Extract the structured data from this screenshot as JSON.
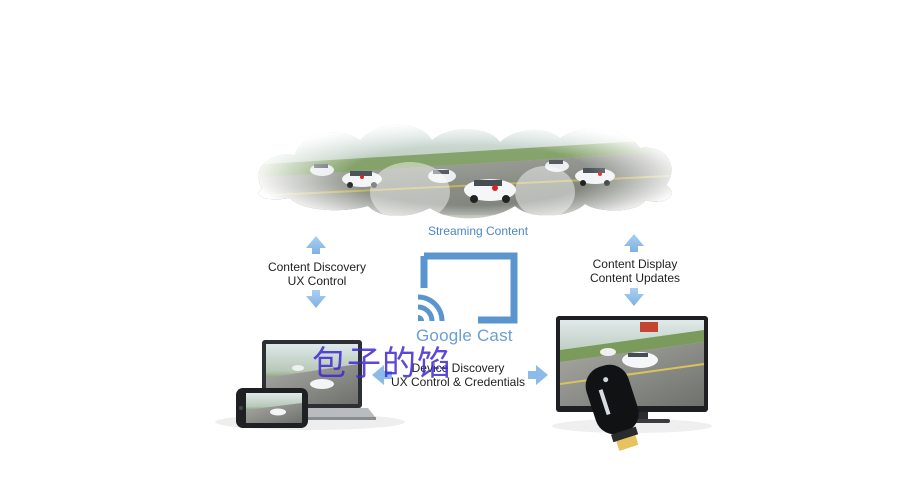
{
  "labels": {
    "streaming": "Streaming Content",
    "left": [
      "Content Discovery",
      "UX Control"
    ],
    "right": [
      "Content Display",
      "Content Updates"
    ],
    "center": [
      "Device Discovery",
      "UX Control & Credentials"
    ]
  },
  "brand": {
    "name": "Google Cast"
  },
  "watermark": "包子的馅",
  "colors": {
    "accent": "#4a87c8",
    "arrow": "#8dbbe7",
    "cast_frame": "#5b95d0"
  }
}
